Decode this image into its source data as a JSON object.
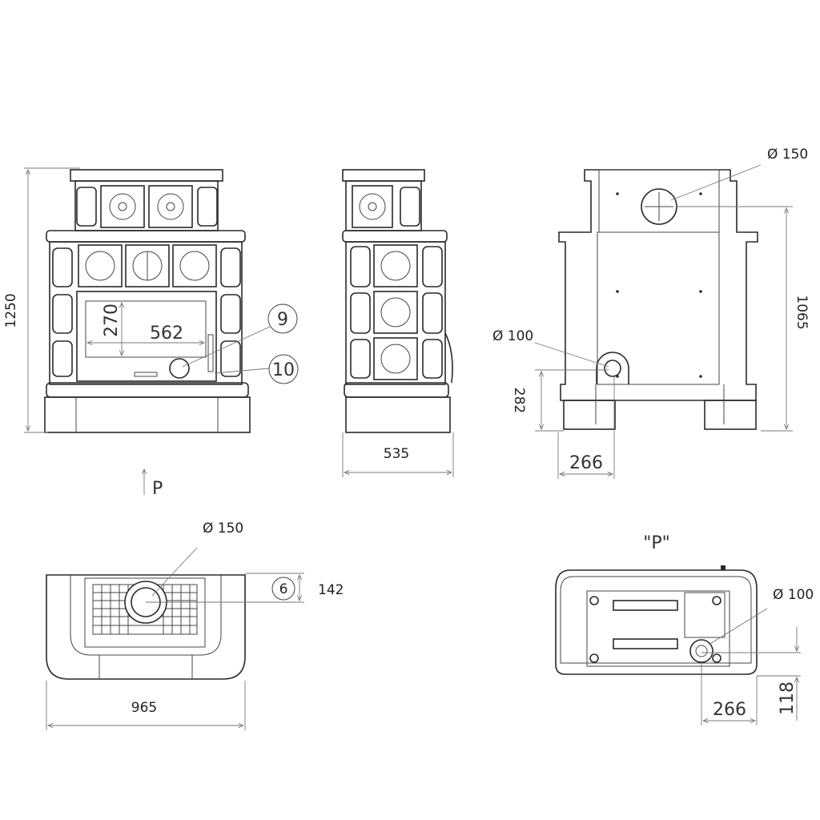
{
  "front_view": {
    "height_label": "1250",
    "opening_height_label": "270",
    "opening_width_label": "562",
    "callout_9": "9",
    "callout_10": "10",
    "view_marker": "P"
  },
  "side_view": {
    "depth_label": "535"
  },
  "rear_view": {
    "flue_top_label": "Ø 150",
    "flue_height_label": "1065",
    "air_inlet_label": "Ø 100",
    "air_inlet_height_label": "282",
    "air_inlet_offset_label": "266"
  },
  "top_view": {
    "flue_label": "Ø 150",
    "callout_6": "6",
    "flue_offset_label": "142",
    "width_label": "965"
  },
  "bottom_view": {
    "title": "\"P\"",
    "air_inlet_label": "Ø 100",
    "offset_x_label": "266",
    "offset_y_label": "118"
  }
}
